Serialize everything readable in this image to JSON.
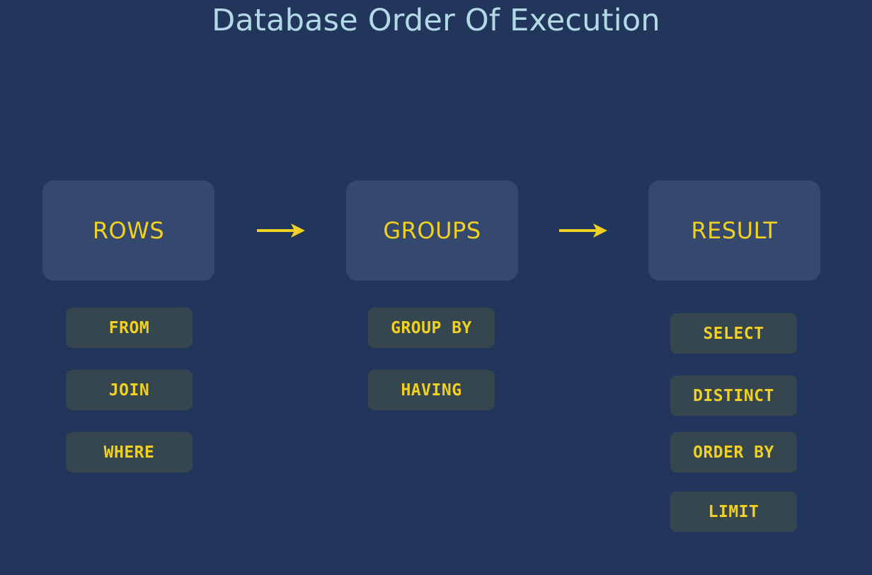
{
  "page": {
    "title": "Database Order Of Execution",
    "background_color": "#22365c",
    "title_color": "#b3d9e6",
    "accent_color": "#f0d022",
    "stage_box_color": "#35496e",
    "chip_color": "#35464f"
  },
  "diagram": {
    "type": "flow",
    "stages": [
      {
        "id": "rows",
        "label": "ROWS",
        "keywords": [
          {
            "label": "FROM"
          },
          {
            "label": "JOIN"
          },
          {
            "label": "WHERE"
          }
        ]
      },
      {
        "id": "groups",
        "label": "GROUPS",
        "keywords": [
          {
            "label": "GROUP BY"
          },
          {
            "label": "HAVING"
          }
        ]
      },
      {
        "id": "result",
        "label": "RESULT",
        "keywords": [
          {
            "label": "SELECT"
          },
          {
            "label": "DISTINCT"
          },
          {
            "label": "ORDER BY"
          },
          {
            "label": "LIMIT"
          }
        ]
      }
    ],
    "connectors": [
      {
        "id": "arrow-1",
        "icon": "arrow-right-icon",
        "from": "rows",
        "to": "groups"
      },
      {
        "id": "arrow-2",
        "icon": "arrow-right-icon",
        "from": "groups",
        "to": "result"
      }
    ]
  }
}
